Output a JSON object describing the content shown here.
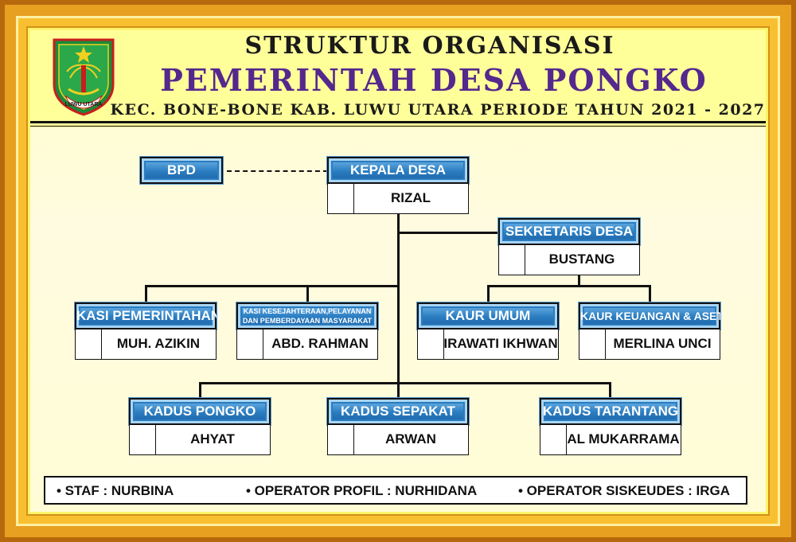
{
  "header": {
    "title_line1": "STRUKTUR ORGANISASI",
    "title_line2": "PEMERINTAH DESA PONGKO",
    "title_line3": "KEC. BONE-BONE KAB. LUWU UTARA PERIODE TAHUN 2021 - 2027",
    "logo_text": "LUWU UTARA"
  },
  "colors": {
    "frame": "#e8a020",
    "title_purple": "#54288c",
    "box_blue": "#2a7cc0"
  },
  "org": {
    "bpd": {
      "title": "BPD"
    },
    "kepala_desa": {
      "title": "KEPALA DESA",
      "name": "RIZAL"
    },
    "sekretaris": {
      "title": "SEKRETARIS DESA",
      "name": "BUSTANG"
    },
    "kasi_pemerintahan": {
      "title": "KASI PEMERINTAHAN",
      "name": "MUH. AZIKIN"
    },
    "kasi_kesejahteraan": {
      "title_line1": "KASI KESEJAHTERAAN,PELAYANAN",
      "title_line2": "DAN PEMBERDAYAAN MASYARAKAT",
      "name": "ABD. RAHMAN"
    },
    "kaur_umum": {
      "title": "KAUR UMUM",
      "name": "IRAWATI IKHWAN"
    },
    "kaur_keuangan": {
      "title": "KAUR KEUANGAN & ASET",
      "name": "MERLINA UNCI"
    },
    "kadus_pongko": {
      "title": "KADUS PONGKO",
      "name": "AHYAT"
    },
    "kadus_sepakat": {
      "title": "KADUS SEPAKAT",
      "name": "ARWAN"
    },
    "kadus_tarantang": {
      "title": "KADUS TARANTANG",
      "name": "AL MUKARRAMA"
    }
  },
  "staff": {
    "staf": "• STAF : NURBINA",
    "operator_profil": "• OPERATOR PROFIL : NURHIDANA",
    "operator_siskeudes": "• OPERATOR SISKEUDES : IRGA"
  }
}
